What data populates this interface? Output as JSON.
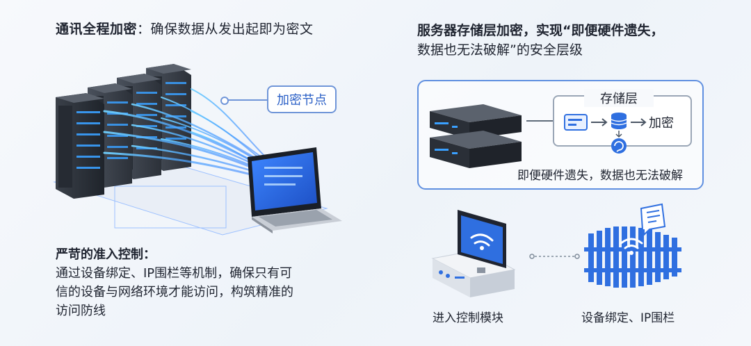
{
  "transport": {
    "title_bold": "通讯全程加密",
    "title_rest": "：确保数据从发出起即为密文",
    "node_label": "加密节点"
  },
  "storage": {
    "title_line1": "服务器存储层加密，实现“即便硬件遗失，",
    "title_line2": "数据也无法破解”的安全层级",
    "panel_title": "存储层",
    "encrypt_label": "加密",
    "caption": "即便硬件遗失，数据也无法破解"
  },
  "access": {
    "title": "严苛的准入控制：",
    "body_line1": "通过设备绑定、IP围栏等机制，确保只有可",
    "body_line2": "信的设备与网络环境才能访问，构筑精准的",
    "body_line3": "访问防线",
    "module_caption": "进入控制模块",
    "binding_caption": "设备绑定、IP围栏"
  },
  "colors": {
    "accent": "#2f6fe0",
    "accent_light": "#5f8fe0",
    "server_dark": "#2b3038",
    "beam": "#3aa0ff"
  }
}
